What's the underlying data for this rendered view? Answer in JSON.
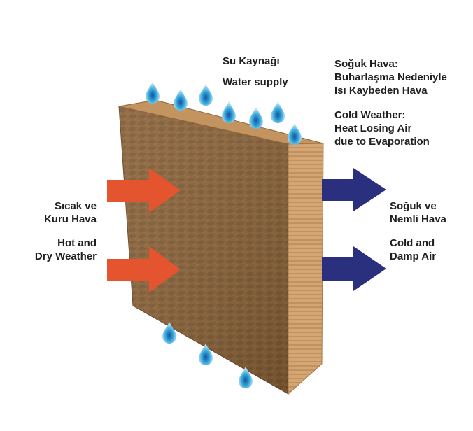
{
  "water": {
    "tr": "Su Kaynağı",
    "en": "Water supply"
  },
  "cold_air_top": {
    "tr_line1": "Soğuk Hava:",
    "tr_line2": "Buharlaşma Nedeniyle",
    "tr_line3": "Isı Kaybeden Hava",
    "en_line1": "Cold Weather:",
    "en_line2": "Heat Losing Air",
    "en_line3": "due to Evaporation"
  },
  "hot_in": {
    "tr_line1": "Sıcak ve",
    "tr_line2": "Kuru Hava",
    "en_line1": "Hot and",
    "en_line2": "Dry Weather"
  },
  "cold_out": {
    "tr_line1": "Soğuk ve",
    "tr_line2": "Nemli Hava",
    "en_line1": "Cold and",
    "en_line2": "Damp Air"
  },
  "colors": {
    "hot_arrow": "#e4542e",
    "cold_arrow": "#2a2f7e",
    "pad_face": "#8a6238",
    "pad_top": "#c39360",
    "pad_side": "#d3a674",
    "drop": "#2a9fd6"
  }
}
